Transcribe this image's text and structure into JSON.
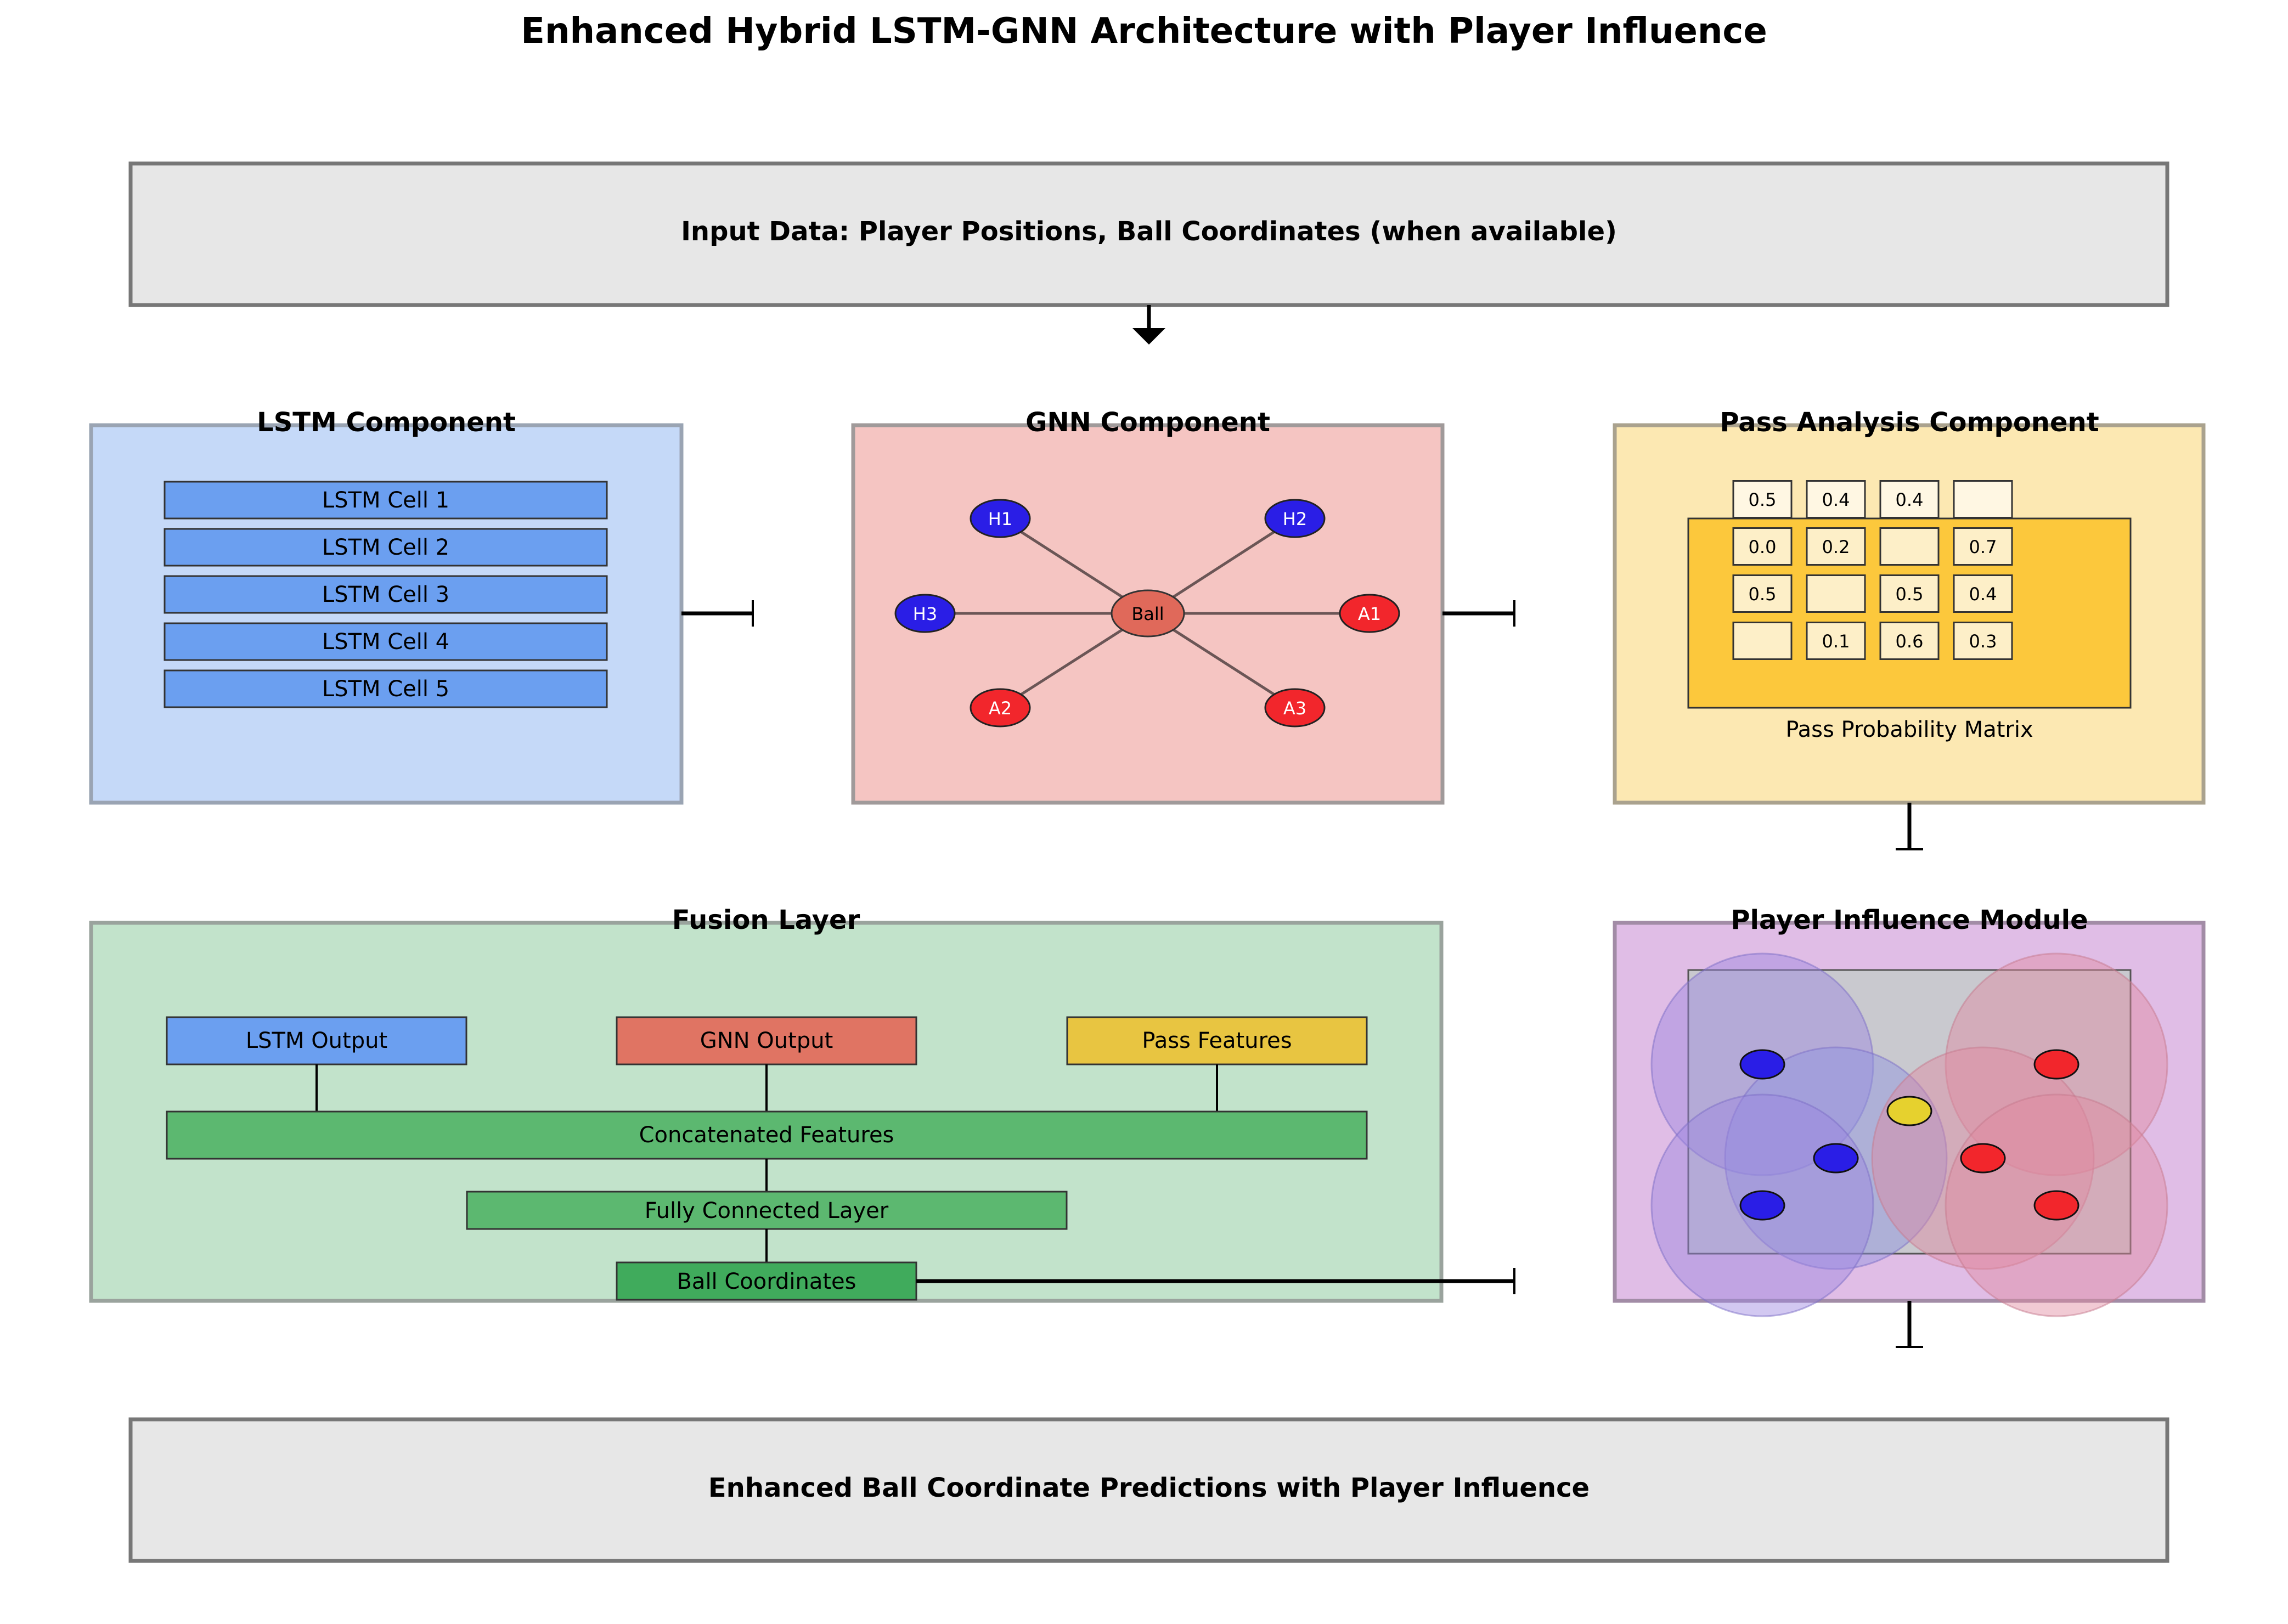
{
  "title": "Enhanced Hybrid LSTM-GNN Architecture with Player Influence",
  "input_box": {
    "label": "Input Data: Player Positions, Ball Coordinates (when available)"
  },
  "lstm_component": {
    "title": "LSTM Component",
    "cells": [
      "LSTM Cell 1",
      "LSTM Cell 2",
      "LSTM Cell 3",
      "LSTM Cell 4",
      "LSTM Cell 5"
    ]
  },
  "gnn_component": {
    "title": "GNN Component",
    "ball_label": "Ball",
    "nodes": [
      {
        "label": "H1",
        "team": "home"
      },
      {
        "label": "H2",
        "team": "home"
      },
      {
        "label": "H3",
        "team": "home"
      },
      {
        "label": "A1",
        "team": "away"
      },
      {
        "label": "A2",
        "team": "away"
      },
      {
        "label": "A3",
        "team": "away"
      }
    ]
  },
  "pass_component": {
    "title": "Pass Analysis Component",
    "matrix_label": "Pass Probability Matrix",
    "matrix": [
      [
        "0.5",
        "0.4",
        "0.4",
        ""
      ],
      [
        "0.0",
        "0.2",
        "",
        "0.7"
      ],
      [
        "0.5",
        "",
        "0.5",
        "0.4"
      ],
      [
        "",
        "0.1",
        "0.6",
        "0.3"
      ]
    ]
  },
  "fusion_layer": {
    "title": "Fusion Layer",
    "lstm_output": "LSTM Output",
    "gnn_output": "GNN Output",
    "pass_features": "Pass Features",
    "concatenated": "Concatenated Features",
    "fully_connected": "Fully Connected Layer",
    "ball_coordinates": "Ball Coordinates"
  },
  "influence_module": {
    "title": "Player Influence Module"
  },
  "output_box": {
    "label": "Enhanced Ball Coordinate Predictions with Player Influence"
  },
  "colors": {
    "home": "#2a1ee6",
    "away": "#f2262c",
    "lstm": "#6b9ff0",
    "gnn": "#e07463",
    "pass": "#e8c541",
    "fusion": "#5cb870",
    "ball_coords": "#40ab5c"
  }
}
